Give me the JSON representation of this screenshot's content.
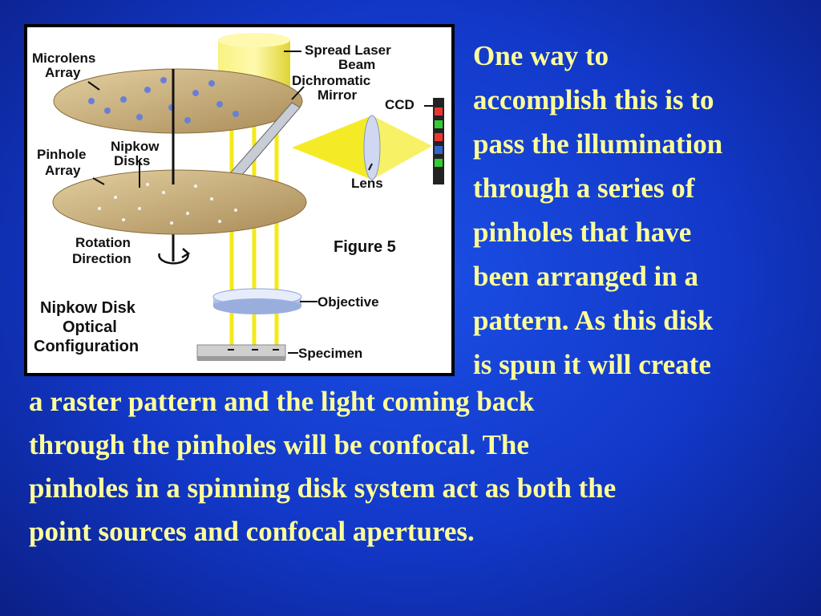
{
  "figure": {
    "labels": {
      "microlens_array": [
        "Microlens",
        "Array"
      ],
      "spread_laser_beam": [
        "Spread Laser",
        "Beam"
      ],
      "dichromatic_mirror": [
        "Dichromatic",
        "Mirror"
      ],
      "ccd": "CCD",
      "pinhole_array": [
        "Pinhole",
        "Array"
      ],
      "nipkow_disks": [
        "Nipkow",
        "Disks"
      ],
      "lens": "Lens",
      "rotation_direction": [
        "Rotation",
        "Direction"
      ],
      "figure_number": "Figure 5",
      "objective": "Objective",
      "config_title": [
        "Nipkow Disk",
        "Optical",
        "Configuration"
      ],
      "specimen": "Specimen"
    }
  },
  "text": {
    "right_paragraph": "One way to\naccomplish this is to\npass the illumination\nthrough a series of\npinholes that have\nbeen arranged in a\npattern.  As this disk\nis spun it will create",
    "bottom_paragraph": "a raster pattern and the light coming back\nthrough the pinholes will be confocal.  The\npinholes in a spinning disk system act as both the\npoint sources and confocal apertures."
  },
  "colors": {
    "background": "#1238c8",
    "text": "#ffff99",
    "beam": "#f2e800",
    "disk": "#c9ad78"
  }
}
